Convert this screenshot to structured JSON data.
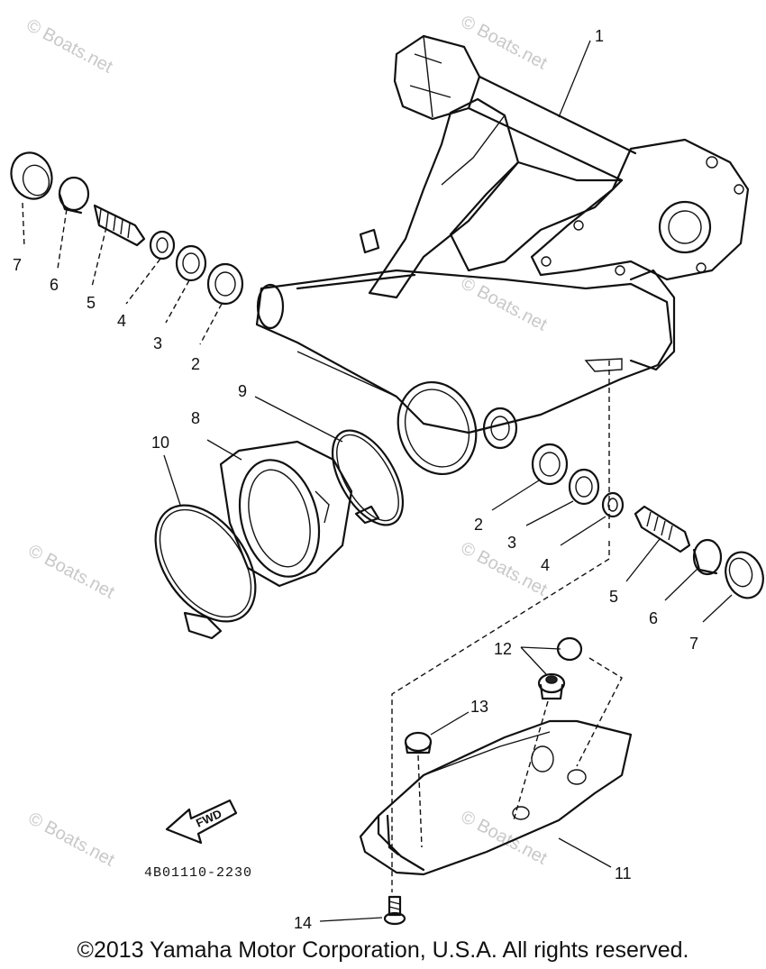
{
  "watermark": "© Boats.net",
  "part_code": "4B01110-2230",
  "fwd_label": "FWD",
  "copyright": "©2013 Yamaha Motor Corporation, U.S.A. All rights reserved.",
  "callouts": [
    "1",
    "7",
    "6",
    "5",
    "4",
    "3",
    "2",
    "9",
    "8",
    "10",
    "2",
    "3",
    "4",
    "5",
    "6",
    "7",
    "12",
    "13",
    "11",
    "14"
  ]
}
